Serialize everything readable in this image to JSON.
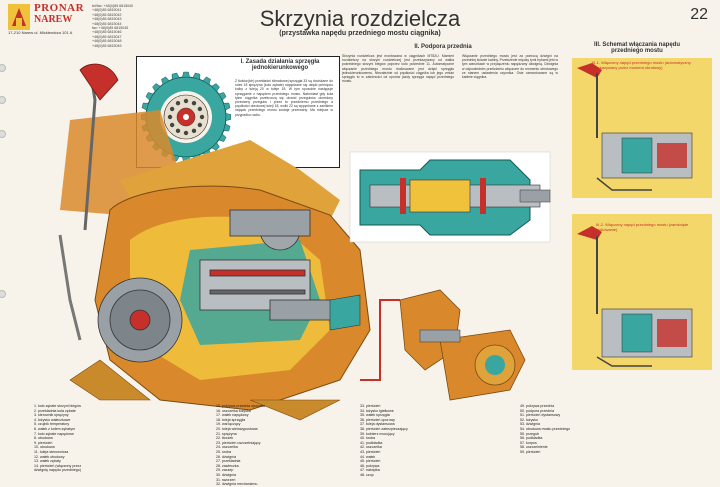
{
  "header": {
    "brand": "PRONAR",
    "brand_sub": "NAREW",
    "address": "17-210 Narew   ul. Mickiewicza 101 A",
    "contact_lines": [
      "tel/fax: +48(0)85 6815040",
      "+48(0)85 6815041",
      "+48(0)85 6815042",
      "+48(0)85 6815043",
      "+48(0)85 6815044",
      "fax: +48(0)85 6815045",
      "+48(0)85 6815046",
      "+48(0)85 6815047",
      "+48(0)85 6815048",
      "+48(0)85 6815049"
    ],
    "title": "Skrzynia rozdzielcza",
    "subtitle": "(przystawka napędu przedniego mostu ciągnika)",
    "page_number": "22"
  },
  "sections": {
    "s1": {
      "title_line1": "I. Zasada działania sprzęgła",
      "title_line2": "jednokierunkowego",
      "text": "Z tłoków(ich) przekładni ślimakowej sprzęgła 33 są dociskane do rolek 18 sprężyna (koło zębate) napędzane się dzięki pchnięciu kolby z tuleją 20 w tuleje 18. W tym sposobie następuje sprzęganie z napędem przedniego mostu. Natomiast gdy koła tylne ciągnika przekroczą się obwód przegubów określony przeciwny przegubu i przez to przedniemu przedniego a prędkości obrotowej tuleji 18, wolki 22 są wypychane z zanikiem napędu przedniego mostu zostaje przerwany. Ma miejsce w przypadku ruchu."
    },
    "s2": {
      "title": "II. Podpora przednia",
      "text_a": "Skrzynia rozdzielcza jest montowana w ciągnikach MT82U. Mamień rozdzielczy na skrzyni rozdzielczej jest przekazywany od wałka pośredniego skrzyni biegów poprzez koło pośrednie 11. Automatyczne włączanie przedniego mostu realizowane jest dzięki sprzęgłu jednokierunkowemu. Niezależnie od prędkości ciągnika lub jego zmian sprzęgło to w zależności od oporów jazdy sprzęga napęd przedniego mostu.",
      "text_b": "Włączanie przedniego mostu jest za pomocą dźwigni na przedniej ścianie kabiny. Przełożenie między tymi trybami jest w tym warunkach w przyłączeniu napędzany dźwignią. Dźwignia w odpowiednim przełożeniu włączone do momentu obrotowego ze stanem ustawienia czynnika. Osie zamontowane są w kabinie ciągnika."
    },
    "s3": {
      "title_line1": "III. Schemat włączania napędu",
      "title_line2": "przedniego mostu",
      "callout_1": "III-1. Włączony napęd przedniego mostu (automatyczny przekazywany przez moment obrotowy)",
      "callout_2": "III-2. Włączony napęd przedniego mostu (zamknięte blokowanie)"
    }
  },
  "legend": {
    "col1": [
      "1. koło zębate skrzyni biegów",
      "2. przekładnia koła zębate",
      "3. sterownik sprężyny",
      "4. łożysko wałeczkowe",
      "5. czujnik temperatury",
      "6. wałek z kołem zębatym",
      "7. koło zębate napędowe",
      "8. obudowa",
      "9. pierścień",
      "10. obudowa",
      "11. tuleja sterownicza",
      "12. wałek obudowy",
      "13. wałek zębaty",
      "14. pierścień (włączony przez",
      "     dźwignię napędu przedniego)"
    ],
    "col2": [
      "15. pokrywa przednia oporowa",
      "16. uszczelka łożyska",
      "17. wałek napędowy",
      "18. tuleja sprzęgła",
      "19. wał łączący",
      "20. tuleja wielowypustowa",
      "21. sprężyna",
      "22. tłoczek",
      "23. pierścień uszczelniający",
      "24. uszczelka",
      "25. śruba",
      "26. dźwignia",
      "27. przekładnia",
      "28. zawleczka",
      "29. zaczep",
      "30. dźwignia",
      "31. sworzeń",
      "32. dźwignia mechanizmu"
    ],
    "col3": [
      "33. pierścień",
      "34. łożysko igiełkowe",
      "35. wałek sprzęgła",
      "36. pierścień oporowy",
      "37. tuleja dystansowa",
      "38. pierścień zabezpieczający",
      "39. kołnierz mocujący",
      "40. śruba",
      "41. podkładka",
      "42. uszczelka",
      "43. pierścień",
      "44. wałek",
      "45. pierścień",
      "46. pokrywa",
      "47. nakrętka",
      "48. czop"
    ],
    "col4": [
      "49. pokrywa przednia",
      "50. podpora przednia",
      "51. pierścień dystansowy",
      "52. łożysko",
      "53. dźwignia",
      "54. obudowa mostu przedniego",
      "55. przegub",
      "56. podkładka",
      "57. korpus",
      "58. uszczelnienie",
      "59. pierścień"
    ]
  },
  "colors": {
    "accent_red": "#c5302a",
    "housing_orange": "#d9892b",
    "housing_yellow": "#f0c23c",
    "cut_teal": "#3aa6a0",
    "panel_yellow": "#f4d76a"
  }
}
